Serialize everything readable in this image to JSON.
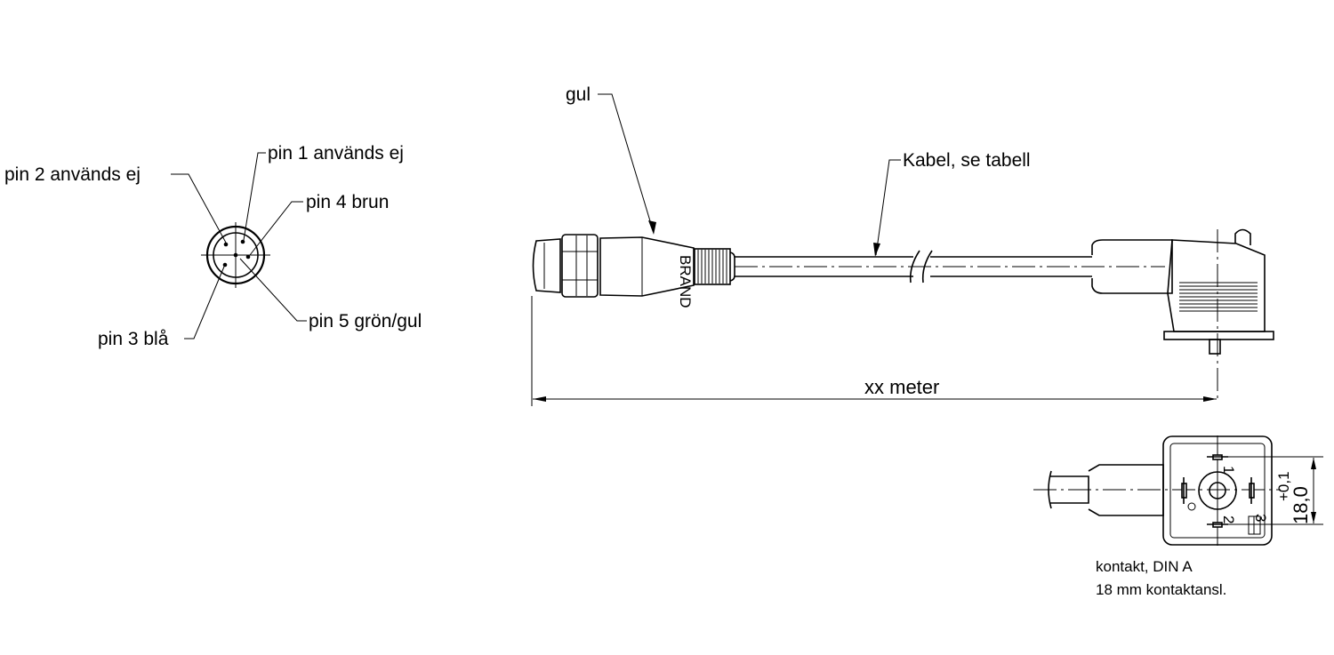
{
  "pin_labels": {
    "pin1": "pin 1 används ej",
    "pin2": "pin 2 används ej",
    "pin3": "pin 3 blå",
    "pin4": "pin 4 brun",
    "pin5": "pin 5 grön/gul"
  },
  "cable": {
    "connector_color_label": "gul",
    "cable_label": "Kabel, se tabell",
    "length_label": "xx meter",
    "brand_mark": "BRAND"
  },
  "din_connector": {
    "dim_value": "18,0",
    "dim_tolerance": "+0,1",
    "pin_mark_1": "1",
    "pin_mark_2": "2",
    "pin_mark_3": "3",
    "contact_type": "kontakt, DIN A",
    "contact_spacing": "18 mm kontaktansl."
  }
}
